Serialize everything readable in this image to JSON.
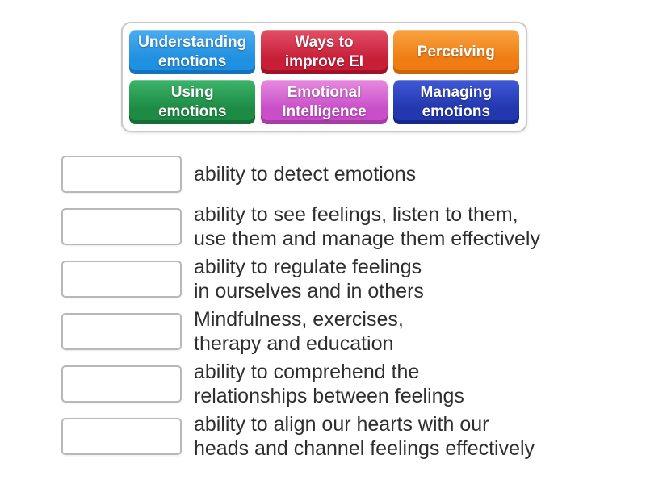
{
  "activity": {
    "kind": "match-up"
  },
  "word_bank": {
    "tiles": [
      {
        "id": "understanding-emotions",
        "label": "Understanding\nemotions",
        "colors": {
          "top": "#4cacf0",
          "main": "#2090e0",
          "lip": "#1573bd"
        }
      },
      {
        "id": "ways-to-improve-ei",
        "label": "Ways to\nimprove EI",
        "colors": {
          "top": "#e25066",
          "main": "#c81e38",
          "lip": "#a01225"
        }
      },
      {
        "id": "perceiving",
        "label": "Perceiving",
        "colors": {
          "top": "#f9a341",
          "main": "#ef7d13",
          "lip": "#cd660a"
        }
      },
      {
        "id": "using-emotions",
        "label": "Using\nemotions",
        "colors": {
          "top": "#3cb469",
          "main": "#1e8b45",
          "lip": "#156e35"
        }
      },
      {
        "id": "emotional-intelligence",
        "label": "Emotional\nIntelligence",
        "colors": {
          "top": "#e78ae0",
          "main": "#c94fc9",
          "lip": "#a93ba9"
        }
      },
      {
        "id": "managing-emotions",
        "label": "Managing\nemotions",
        "colors": {
          "top": "#4059d6",
          "main": "#2337ae",
          "lip": "#17288c"
        }
      }
    ]
  },
  "match_rows": [
    {
      "clue": "ability to detect emotions"
    },
    {
      "clue": "ability to see feelings, listen to them,\nuse them and manage them effectively"
    },
    {
      "clue": "ability to regulate feelings\nin ourselves and in others"
    },
    {
      "clue": "Mindfulness, exercises,\ntherapy and education"
    },
    {
      "clue": "ability to comprehend the\nrelationships between feelings"
    },
    {
      "clue": "ability to align our hearts with our\nheads and channel feelings effectively"
    }
  ]
}
